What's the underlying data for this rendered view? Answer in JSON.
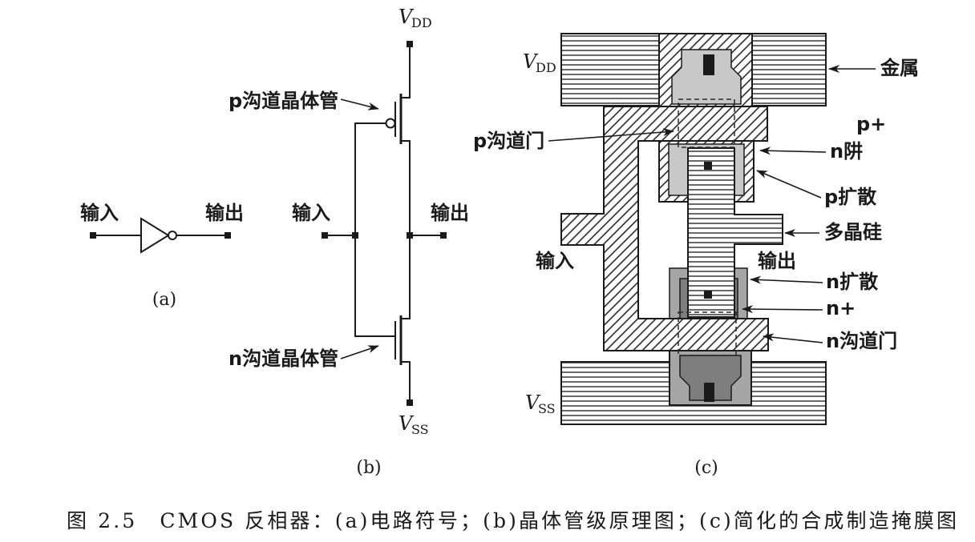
{
  "figure": {
    "caption": "图 2.5　CMOS 反相器：(a)电路符号；(b)晶体管级原理图；(c)简化的合成制造掩膜图"
  },
  "panel_a": {
    "input_label": "输入",
    "output_label": "输出",
    "panel_label": "(a)"
  },
  "panel_b": {
    "vdd": {
      "symbol": "V",
      "subscript": "DD"
    },
    "pmos_label": "p沟道晶体管",
    "input_label": "输入",
    "output_label": "输出",
    "nmos_label": "n沟道晶体管",
    "vss": {
      "symbol": "V",
      "subscript": "SS"
    },
    "panel_label": "(b)"
  },
  "panel_c": {
    "vdd": {
      "symbol": "V",
      "subscript": "DD"
    },
    "metal_label": "金属",
    "p_plus_label": "p+",
    "p_gate_label": "p沟道门",
    "n_well_label": "n阱",
    "p_diffusion_label": "p扩散",
    "polysilicon_label": "多晶硅",
    "input_label": "输入",
    "output_label": "输出",
    "n_diffusion_label": "n扩散",
    "n_plus_label": "n+",
    "n_gate_label": "n沟道门",
    "vss": {
      "symbol": "V",
      "subscript": "SS"
    },
    "panel_label": "(c)"
  },
  "colors": {
    "ink": "#1a1a1a",
    "light_gray": "#c8c8c8",
    "mid_gray": "#a6a6a6",
    "dark_gray": "#7e7e7e"
  }
}
